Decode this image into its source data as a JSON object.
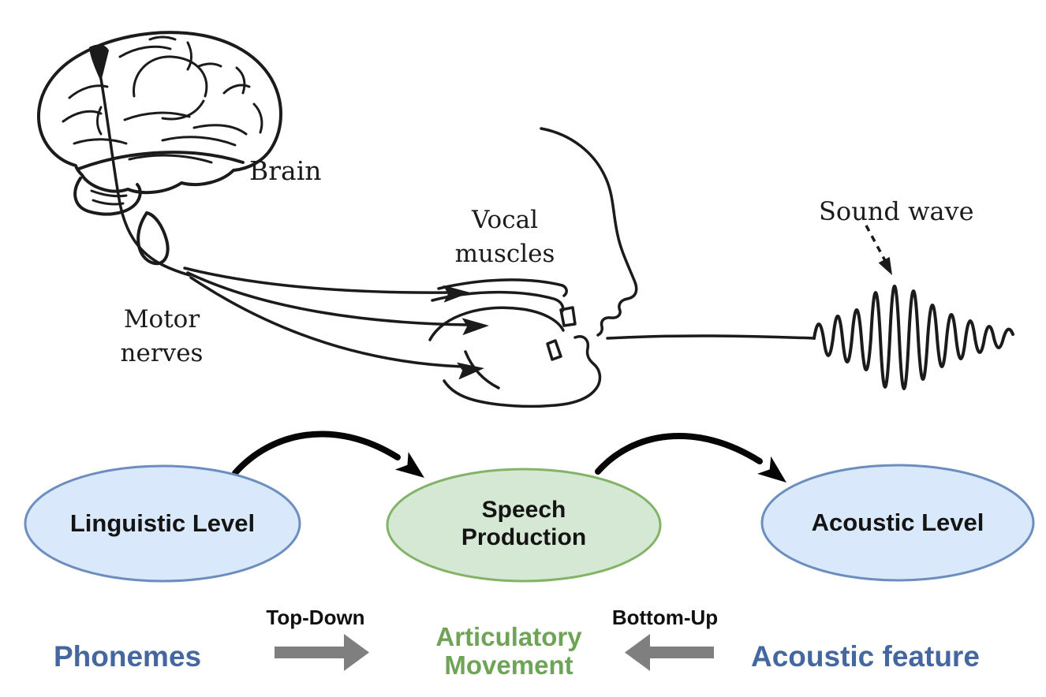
{
  "figure": {
    "background": "#ffffff",
    "sketch": {
      "brain_label": "Brain",
      "vocal_muscles_label": "Vocal muscles",
      "motor_nerves_label": "Motor nerves",
      "sound_wave_label": "Sound wave"
    },
    "flow_nodes": [
      {
        "id": "linguistic",
        "label": "Linguistic Level",
        "fill": "#dae8fc",
        "stroke": "#6c8ebf"
      },
      {
        "id": "speech",
        "label": "Speech Production",
        "fill": "#d5e8d4",
        "stroke": "#82b366"
      },
      {
        "id": "acoustic",
        "label": "Acoustic Level",
        "fill": "#dae8fc",
        "stroke": "#6c8ebf"
      }
    ],
    "bottom_row": {
      "left_term": "Phonemes",
      "left_arrow_label": "Top-Down",
      "center_term": "Articulatory Movement",
      "right_arrow_label": "Bottom-Up",
      "right_term": "Acoustic feature"
    },
    "colors": {
      "term_blue": "#45679f",
      "term_green": "#6fa457",
      "arrow_gray": "#7f7f7f",
      "sketch_ink": "#1b1b1b",
      "flow_arrow_black": "#060606"
    }
  }
}
